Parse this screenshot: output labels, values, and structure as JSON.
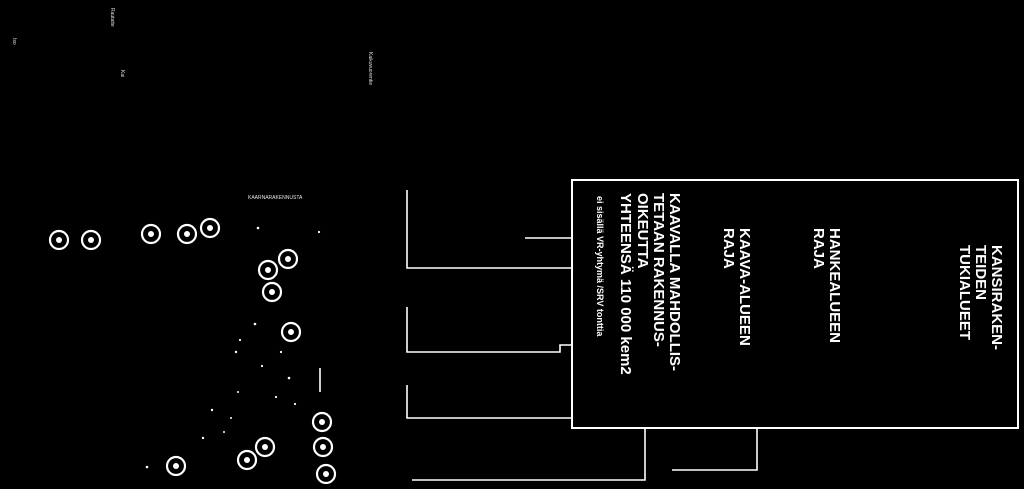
{
  "legend": {
    "kansi_tuki": "KANSIRAKEN-\nTEIDEN\nTUKIALUEET",
    "hankealue": "HANKEALUEEN\nRAJA",
    "kaava_alue": "KAAVA-ALUEEN\nRAJA",
    "rakennusoikeus": "KAAVALLA MAHDOLLIS-\nTETAAN RAKENNUS-\nOIKEUTTA\nYHTEENSÄ 110 000 kem2",
    "rakennusoikeus_note": "ei sisällä VR-yhtymä /SRV tonttia"
  },
  "map_labels": {
    "left_top_a": "Iso",
    "left_top_b": "Rautatie",
    "left_mid": "Kai",
    "mid_top": "Kaikuvuorentie",
    "mid_center": "KAARNARAKENNUSTA"
  },
  "colors": {
    "background": "#000000",
    "foreground": "#ffffff"
  }
}
